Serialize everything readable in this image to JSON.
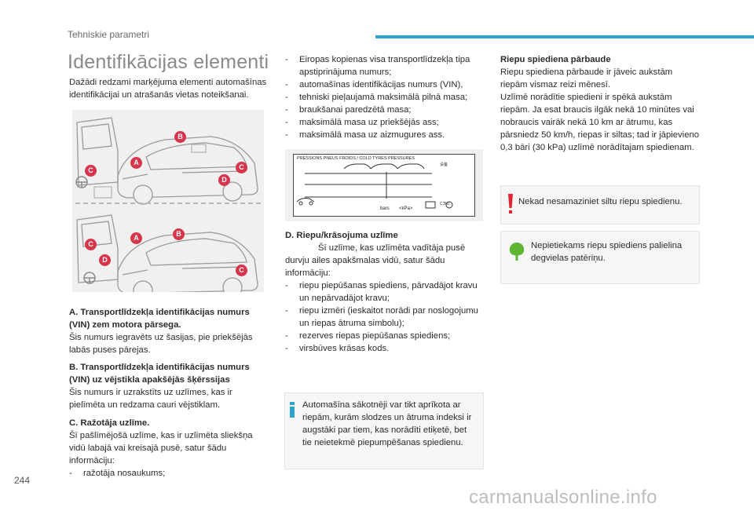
{
  "header": {
    "section": "Tehniskie parametri"
  },
  "title": "Identifikācijas elementi",
  "intro": "Dažādi redzami marķējuma elementi automašīnas identifikācijai un atrašanās vietas noteikšanai.",
  "figure_labels": {
    "a": "A",
    "b": "B",
    "c": "C",
    "d": "D"
  },
  "items": {
    "a_title": "A. Transportlīdzekļa identifikācijas numurs (VIN) zem motora pārsega.",
    "a_text": "Šis numurs iegravēts uz šasijas, pie priekšējās labās puses pārejas.",
    "b_title": "B. Transportlīdzekļa identifikācijas numurs (VIN) uz vējstikla apakšējās šķērssijas",
    "b_text": "Šis numurs ir uzrakstīts uz uzlīmes, kas ir pielīmēta un redzama cauri vējstiklam.",
    "c_title": "C. Ražotāja uzlīme.",
    "c_text": "Šī pašlīmējošā uzlīme, kas ir uzlīmēta sliekšņa vidū labajā vai kreisajā pusē, satur šādu informāciju:",
    "c_list": [
      "ražotāja nosaukums;"
    ]
  },
  "middle": {
    "list": [
      "Eiropas kopienas visa transportlīdzekļa tipa apstiprinājuma numurs;",
      "automašīnas identifikācijas numurs (VIN),",
      "tehniski pieļaujamā maksimālā pilnā masa;",
      "braukšanai paredzētā masa;",
      "maksimālā masa uz priekšējās ass;",
      "maksimālā masa uz aizmugures ass."
    ],
    "tyre_label": {
      "header": "PRESSIONS PNEUS FROIDS / COLD TYRES PRESSURES",
      "bars": "bars",
      "kpa": "<kPa>"
    },
    "d_title": "D. Riepu/krāsojuma uzlīme",
    "d_text": "Šī uzlīme, kas uzlīmēta vadītāja pusē durvju ailes apakšmalas vidū, satur šādu informāciju:",
    "d_list": [
      "riepu piepūšanas spiediens, pārvadājot kravu un nepārvadājot kravu;",
      "riepu izmēri (ieskaitot norādi par noslogojumu un riepas ātruma simbolu);",
      "rezerves riepas piepūšanas spiediens;",
      "virsbūves krāsas kods."
    ],
    "info_note": "Automašīna sākotnēji var tikt aprīkota ar riepām, kurām slodzes un ātruma indeksi ir augstāki par tiem, kas norādīti etiķetē, bet tie neietekmē piepumpēšanas spiedienu."
  },
  "right": {
    "title": "Riepu spiediena pārbaude",
    "p1": "Riepu spiediena pārbaude ir jāveic aukstām riepām vismaz reizi mēnesī.",
    "p2": "Uzlīmē norādītie spiedieni ir spēkā aukstām riepām. Ja esat braucis ilgāk nekā 10 minūtes vai nobraucis vairāk nekā 10 km ar ātrumu, kas pārsniedz 50 km/h, riepas ir siltas; tad ir jāpievieno 0,3 bāri (30 kPa) uzlīmē norādītajam spiedienam.",
    "warning": "Nekad nesamaziniet siltu riepu spiedienu.",
    "eco": "Nepietiekams riepu spiediens palielina degvielas patēriņu."
  },
  "footer": {
    "page": "244",
    "watermark": "carmanualsonline.info"
  },
  "colors": {
    "accent": "#2fa3cf",
    "badge": "#d6354b",
    "warning": "#e2242f",
    "eco": "#5db531",
    "info": "#2fa3cf"
  }
}
